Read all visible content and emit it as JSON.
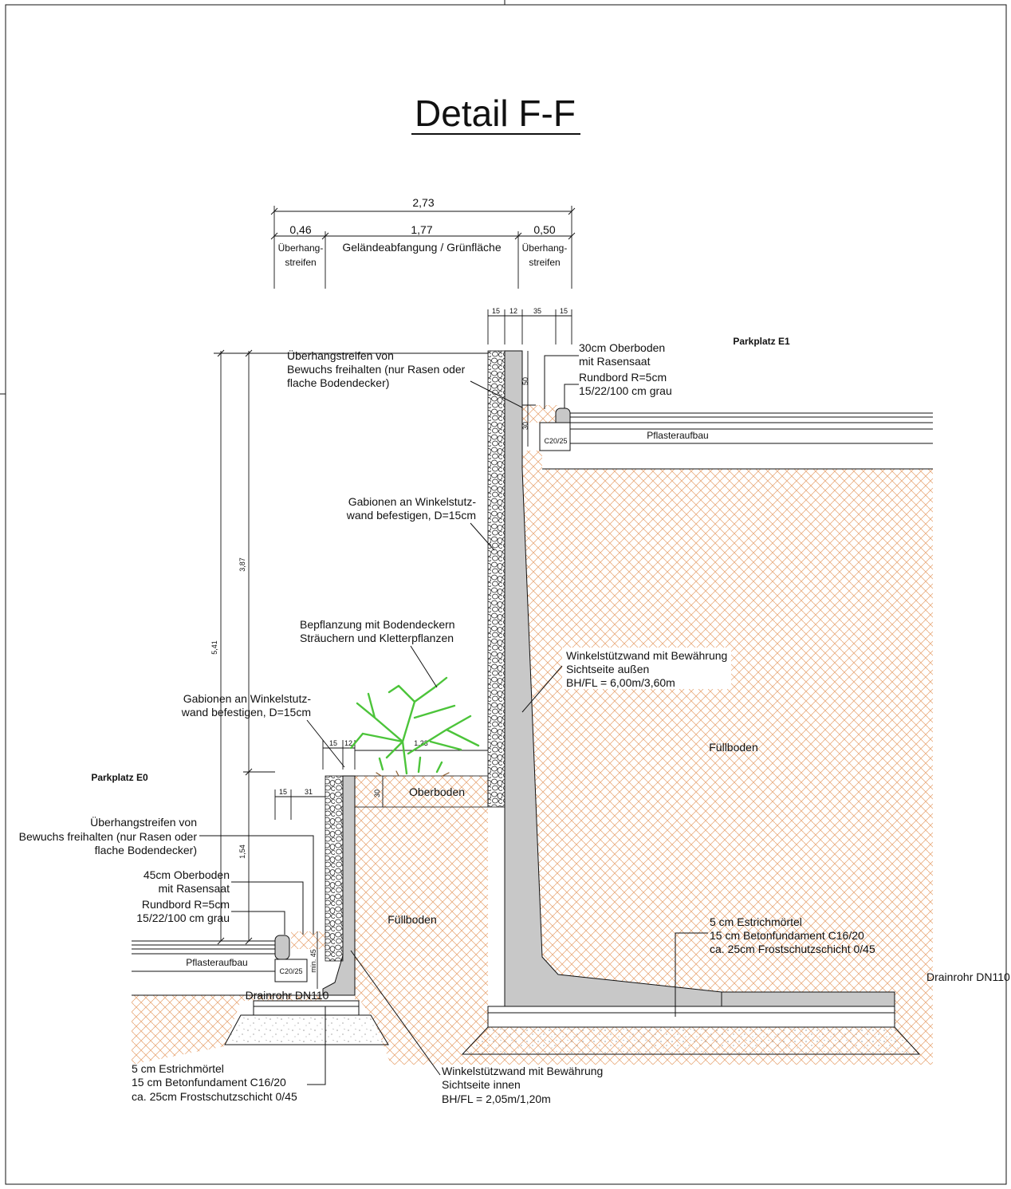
{
  "title": "Detail F-F",
  "dimensions": {
    "total_width": "2,73",
    "left_strip": "0,46",
    "center": "1,77",
    "right_strip": "0,50",
    "left_strip_label_1": "Überhang-",
    "left_strip_label_2": "streifen",
    "center_label": "Geländeabfangung / Grünfläche",
    "right_strip_label_1": "Überhang-",
    "right_strip_label_2": "streifen",
    "top_15a": "15",
    "top_12": "12",
    "top_35": "35",
    "top_15b": "15",
    "h_541": "5,41",
    "h_387": "3,87",
    "h_154": "1,54",
    "h_50": "50",
    "h_30_top": "30",
    "low_15": "15",
    "low_12": "12",
    "low_15b": "15",
    "low_31": "31",
    "w_123": "1,23",
    "h_30_low": "30",
    "min45": "min. 45"
  },
  "labels": {
    "parkplatz_e1": "Parkplatz E1",
    "parkplatz_e0": "Parkplatz E0",
    "top_overhang_1": "Überhangstreifen von",
    "top_overhang_2": "Bewuchs freihalten (nur Rasen oder",
    "top_overhang_3": "flache Bodendecker)",
    "top_soil_1": "30cm Oberboden",
    "top_soil_2": "mit Rasensaat",
    "top_curb_1": "Rundbord R=5cm",
    "top_curb_2": "15/22/100 cm grau",
    "c2025_top": "C20/25",
    "pflaster_top": "Pflasteraufbau",
    "gabion_top_1": "Gabionen an Winkelstutz-",
    "gabion_top_2": "wand befestigen, D=15cm",
    "planting_1": "Bepflanzung mit Bodendeckern",
    "planting_2": "Sträuchern und Kletterpflanzen",
    "wall_big_1": "Winkelstützwand mit Bewährung",
    "wall_big_2": "Sichtseite außen",
    "wall_big_3": "BH/FL = 6,00m/3,60m",
    "fill_right": "Füllboden",
    "gabion_low_1": "Gabionen an Winkelstutz-",
    "gabion_low_2": "wand befestigen, D=15cm",
    "oberboden": "Oberboden",
    "low_overhang_1": "Überhangstreifen von",
    "low_overhang_2": "Bewuchs freihalten (nur Rasen oder",
    "low_overhang_3": "flache Bodendecker)",
    "low_soil_1": "45cm Oberboden",
    "low_soil_2": "mit Rasensaat",
    "low_curb_1": "Rundbord R=5cm",
    "low_curb_2": "15/22/100 cm grau",
    "fill_mid": "Füllboden",
    "c2025_low": "C20/25",
    "pflaster_low": "Pflasteraufbau",
    "drain_low": "Drainrohr DN110",
    "drain_right": "Drainrohr DN110",
    "found_right_1": "5 cm Estrichmörtel",
    "found_right_2": "15 cm Betonfundament C16/20",
    "found_right_3": "ca. 25cm Frostschutzschicht 0/45",
    "found_low_1": "5 cm Estrichmörtel",
    "found_low_2": "15 cm Betonfundament C16/20",
    "found_low_3": "ca. 25cm Frostschutzschicht 0/45",
    "wall_small_1": "Winkelstützwand mit Bewährung",
    "wall_small_2": "Sichtseite innen",
    "wall_small_3": "BH/FL = 2,05m/1,20m"
  },
  "colors": {
    "line": "#111111",
    "concrete": "#c8c8c8",
    "soil_hatch": "#e8a878",
    "plant": "#4cc43a"
  }
}
